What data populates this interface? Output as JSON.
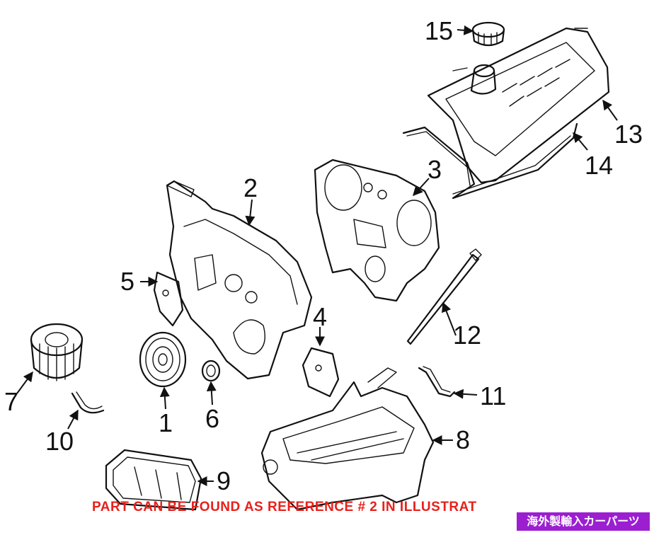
{
  "callouts": [
    {
      "id": "1",
      "label": "1"
    },
    {
      "id": "2",
      "label": "2"
    },
    {
      "id": "3",
      "label": "3"
    },
    {
      "id": "4",
      "label": "4"
    },
    {
      "id": "5",
      "label": "5"
    },
    {
      "id": "6",
      "label": "6"
    },
    {
      "id": "7",
      "label": "7"
    },
    {
      "id": "8",
      "label": "8"
    },
    {
      "id": "9",
      "label": "9"
    },
    {
      "id": "10",
      "label": "10"
    },
    {
      "id": "11",
      "label": "11"
    },
    {
      "id": "12",
      "label": "12"
    },
    {
      "id": "13",
      "label": "13"
    },
    {
      "id": "14",
      "label": "14"
    },
    {
      "id": "15",
      "label": "15"
    }
  ],
  "note": {
    "text": "PART CAN BE FOUND AS REFERENCE # 2 IN ILLUSTRAT",
    "color": "#e8201b"
  },
  "badge": {
    "text": "海外製輸入カーパーツ",
    "color": "#9b1fd0"
  }
}
